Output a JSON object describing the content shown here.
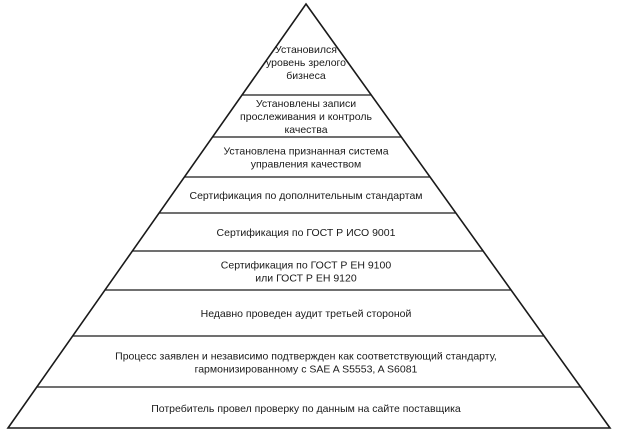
{
  "colors": {
    "stroke": "#1a1a1a",
    "fill": "#ffffff",
    "text": "#1a1a1a"
  },
  "levels": [
    {
      "lines": [
        "Установился",
        "уровень зрелого",
        "бизнеса"
      ]
    },
    {
      "lines": [
        "Установлены записи",
        "прослеживания и контроль",
        "качества"
      ]
    },
    {
      "lines": [
        "Установлена признанная система",
        "управления качеством"
      ]
    },
    {
      "lines": [
        "Сертификация по дополнительным стандартам"
      ]
    },
    {
      "lines": [
        "Сертификация по ГОСТ Р ИСО 9001"
      ]
    },
    {
      "lines": [
        "Сертификация по ГОСТ Р ЕН 9100",
        "или ГОСТ Р ЕН 9120"
      ]
    },
    {
      "lines": [
        "Недавно проведен аудит третьей стороной"
      ]
    },
    {
      "lines": [
        "Процесс заявлен и независимо подтвержден как соответствующий стандарту,",
        "гармонизированному с SAE A S5553, A S6081"
      ]
    },
    {
      "lines": [
        "Потребитель провел проверку по данным на сайте поставщика"
      ]
    }
  ]
}
